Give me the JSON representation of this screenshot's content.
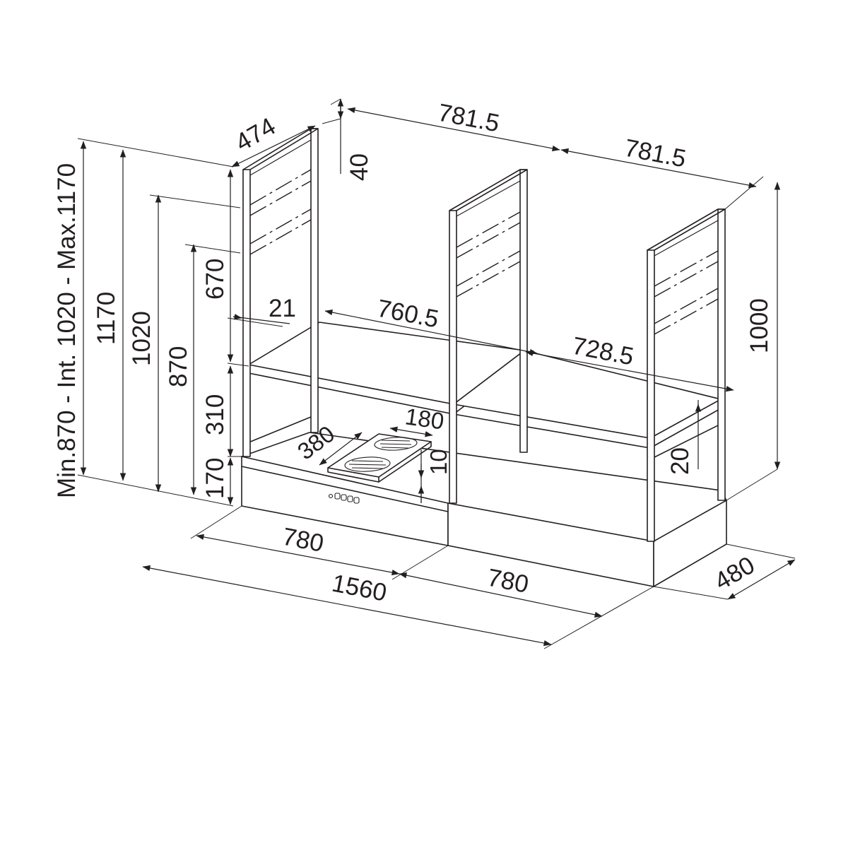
{
  "dimensions": {
    "height_range": "Min.870 - Int. 1020 - Max.1170",
    "h_1170": "1170",
    "h_1020": "1020",
    "h_870": "870",
    "h_670": "670",
    "h_310": "310",
    "h_170": "170",
    "depth_474": "474",
    "chimney_40": "40",
    "width_781_5_left": "781.5",
    "width_781_5_right": "781.5",
    "offset_21": "21",
    "inner_760_5": "760.5",
    "inner_728_5": "728.5",
    "height_1000": "1000",
    "gap_20": "20",
    "hob_180": "180",
    "hob_380": "380",
    "hob_10": "10",
    "hood_780_left": "780",
    "hood_780_right": "780",
    "total_1560": "1560",
    "depth_480": "480"
  }
}
